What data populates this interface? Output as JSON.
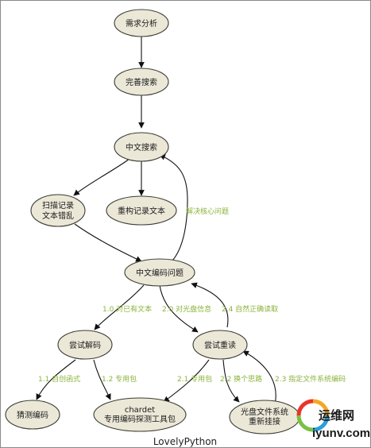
{
  "nodes": {
    "requirement_analysis": "需求分析",
    "refine_search": "完善搜索",
    "chinese_search": "中文搜索",
    "scan_record_line1": "扫描记录",
    "scan_record_line2": "文本错乱",
    "rebuild_text": "重构记录文本",
    "encoding_problem": "中文编码问题",
    "try_decode": "尝试解码",
    "try_reread": "尝试重读",
    "guess_encoding": "猜测编码",
    "chardet_line1": "chardet",
    "chardet_line2": "专用编码探测工具包",
    "disc_fs_line1": "光盘文件系统",
    "disc_fs_line2": "重新挂接"
  },
  "edge_labels": {
    "solve_core": "解决核心问题",
    "existing_text": "1.0 对已有文本",
    "disc_info": "2.0 对光盘信息",
    "natural_read": "2.4 自然正确读取",
    "self_made": "1.1 自创函式",
    "dedicated_pkg_1": "1.2 专用包",
    "dedicated_pkg_2": "2.1 专用包",
    "change_idea": "2.2 换个思路",
    "specify_fs_encoding": "2.3 指定文件系统编码"
  },
  "footer": "LovelyPython",
  "watermark": {
    "brand": "运维网",
    "url": "iyunv.com",
    "colors": [
      "#e8352a",
      "#f5a623",
      "#2a9fd8",
      "#7ac143"
    ]
  },
  "colors": {
    "node_fill": "#ece8d8",
    "edge_label": "#8bb33a"
  }
}
